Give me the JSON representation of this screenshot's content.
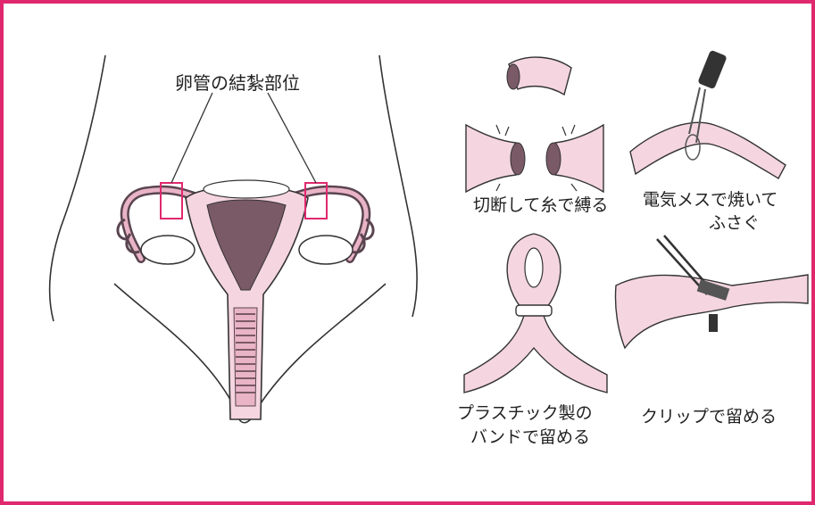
{
  "colors": {
    "frame": "#e0286e",
    "tissue_fill": "#f4d5e0",
    "tissue_mid": "#e9b4c6",
    "dark_fill": "#7a5a66",
    "ink": "#333333",
    "marker": "#e0286e"
  },
  "labels": {
    "ligation_site": "卵管の結紮部位",
    "method_cut_tie": "切断して糸で縛る",
    "method_cautery_line1": "電気メスで焼いて",
    "method_cautery_line2": "ふさぐ",
    "method_band_line1": "プラスチック製の",
    "method_band_line2": "バンドで留める",
    "method_clip": "クリップで留める"
  }
}
